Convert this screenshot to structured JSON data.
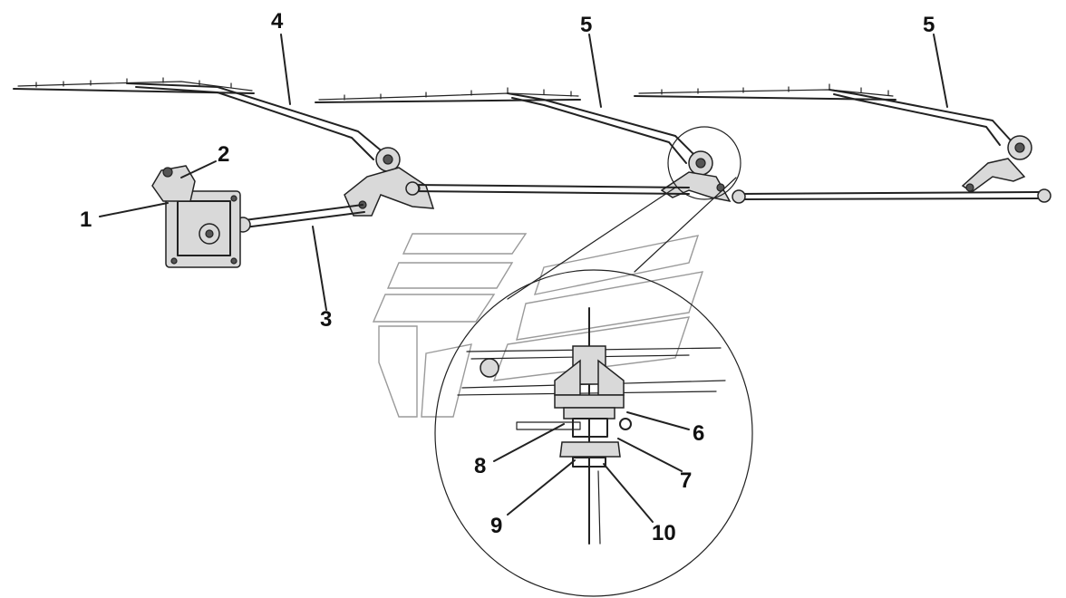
{
  "diagram": {
    "callouts": [
      {
        "id": "1",
        "label": "1"
      },
      {
        "id": "2",
        "label": "2"
      },
      {
        "id": "3",
        "label": "3"
      },
      {
        "id": "4",
        "label": "4"
      },
      {
        "id": "5a",
        "label": "5"
      },
      {
        "id": "5b",
        "label": "5"
      },
      {
        "id": "6",
        "label": "6"
      },
      {
        "id": "7",
        "label": "7"
      },
      {
        "id": "8",
        "label": "8"
      },
      {
        "id": "9",
        "label": "9"
      },
      {
        "id": "10",
        "label": "10"
      }
    ],
    "colors": {
      "line": "#222222",
      "fill": "#d9d9d9",
      "ghost": "#9a9a9a",
      "background": "#ffffff"
    }
  }
}
